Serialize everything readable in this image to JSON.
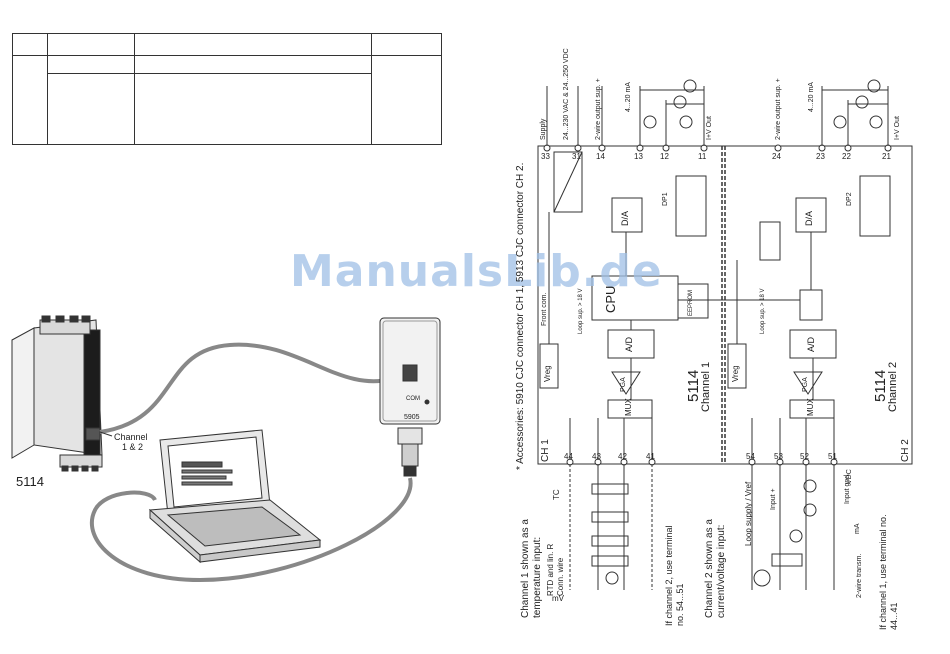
{
  "watermark": "ManualsLib.de",
  "left": {
    "device_label": "5114",
    "channel_label_line1": "Channel",
    "channel_label_line2": "1 & 2",
    "interface_label": "5905",
    "com_label": "COM"
  },
  "right": {
    "accessories_note": "* Accessories: 5910 CJC connector CH 1, 5913 CJC connector CH 2.",
    "ch1": "CH 1",
    "ch2": "CH 2",
    "channel1_num": "5114",
    "channel1_text": "Channel 1",
    "channel2_num": "5114",
    "channel2_text": "Channel 2",
    "cpu": "CPU",
    "eeprom": "EEPROM",
    "ad": "A/D",
    "da": "D/A",
    "mux": "MUX",
    "pga": "PGA",
    "vreg": "Vreg",
    "front_com": "Front com.",
    "supply_note": "24...230 VAC & 24...250 VDC",
    "supply_label": "Supply",
    "two_wire_output": "2-wire output sup. +",
    "current_out": "4...20 mA",
    "out_labels": "I+V Out",
    "dp1": "DP1",
    "dp2": "DP2",
    "loop_supply": "Loop sup. > 18 V",
    "terminals_ch1": [
      "44",
      "43",
      "42",
      "41"
    ],
    "terminals_ch2": [
      "54",
      "53",
      "52",
      "51"
    ],
    "terminals_out1": [
      "14",
      "13",
      "12",
      "11"
    ],
    "terminals_out2": [
      "24",
      "23",
      "22",
      "21"
    ],
    "terminals_supply": [
      "33",
      "31"
    ],
    "ch1_note_1": "Channel 1 shown as a",
    "ch1_note_2": "temperature input:",
    "ch1_rtd": "RTD and lin. R",
    "ch1_conn": "Conn. wire",
    "ch1_tc": "TC",
    "ch1_mv": "mV",
    "ch2_note_1": "Channel 2 shown as a",
    "ch2_note_2": "current/voltage input:",
    "if_ch2": "If channel 2, use terminal no. 54...51",
    "if_ch1": "If channel 1, use terminal no. 44...41",
    "loop_vref": "Loop supply / Vref",
    "input_plus": "Input +",
    "input_gnd": "Input gnd",
    "two_wire_trans": "2-wire transm.",
    "ma": "mA",
    "vdc": "VDC"
  }
}
